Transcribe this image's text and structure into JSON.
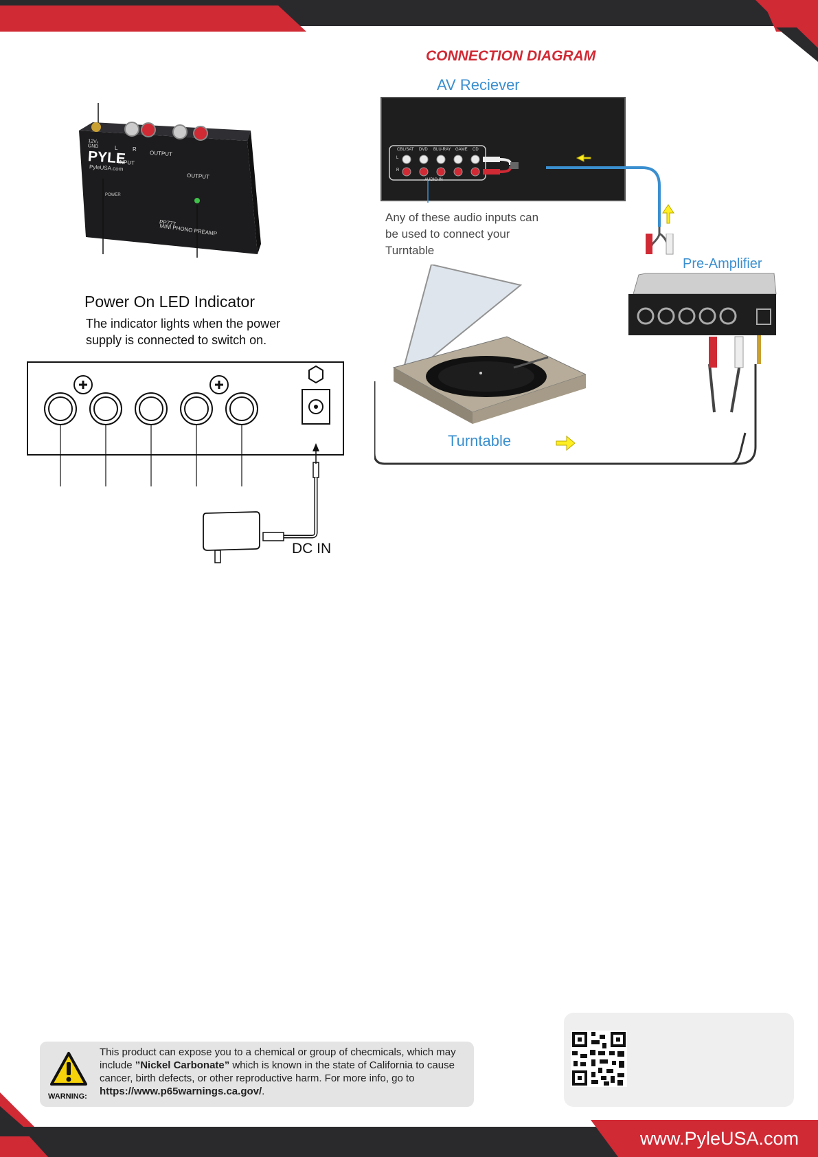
{
  "header": {
    "colors": {
      "red": "#d02a35",
      "dark": "#2a2a2d"
    }
  },
  "connection_diagram": {
    "title": "CONNECTION DIAGRAM",
    "av_receiver_label": "AV Reciever",
    "receiver_inputs": [
      "CBL/SAT",
      "DVD",
      "BLU-RAY",
      "GAME",
      "CD"
    ],
    "channel_labels": [
      "L",
      "R"
    ],
    "audio_in_label": "AUDIO IN",
    "note": "Any of these audio inputs can be used to connect your Turntable",
    "preamp_label": "Pre-Amplifier",
    "turntable_label": "Turntable"
  },
  "device_photo": {
    "brand": "PYLE",
    "site": "PyleUSA.com",
    "model": "PP777",
    "model_desc": "MINI PHONO PREAMP",
    "gnd_label": "12Vₓ GND",
    "input_label": "INPUT",
    "output_label": "OUTPUT",
    "power_label": "POWER",
    "left": "L",
    "right": "R"
  },
  "led_indicator": {
    "title": "Power On LED Indicator",
    "description": "The indicator lights when the power supply is connected to switch on."
  },
  "rear_panel": {
    "dc_in_label": "DC IN"
  },
  "warning": {
    "label": "WARNING:",
    "text_before": "This product can expose you to a chemical or group of checmicals, which may include ",
    "text_bold": "”Nickel Carbonate”",
    "text_middle": " which is known in the state of California to cause cancer, birth defects, or other reproductive harm. For more info, go to ",
    "link": "https://www.p65warnings.ca.gov/",
    "text_end": "."
  },
  "footer": {
    "website": "www.PyleUSA.com"
  }
}
